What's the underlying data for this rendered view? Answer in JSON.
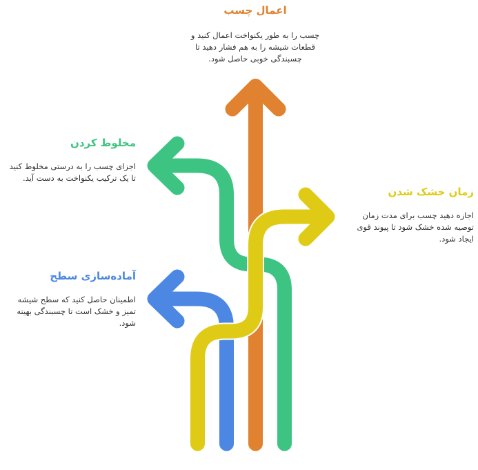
{
  "colors": {
    "apply": "#E0822F",
    "mix": "#3EC482",
    "dry": "#DFCB16",
    "prep": "#4C87E3",
    "text": "#333333"
  },
  "steps": {
    "apply": {
      "title": "اعمال چسب",
      "description": "چسب را به طور یکنواخت اعمال کنید و قطعات شیشه را به هم فشار دهید تا چسبندگی خوبی حاصل شود."
    },
    "mix": {
      "title": "مخلوط کردن",
      "description": "اجزای چسب را به درستی مخلوط کنید تا یک ترکیب یکنواخت به دست آید."
    },
    "dry": {
      "title": "زمان خشک شدن",
      "description": "اجازه دهید چسب برای مدت زمان توصیه شده خشک شود تا پیوند قوی ایجاد شود."
    },
    "prep": {
      "title": "آماده‌سازی سطح",
      "description": "اطمینان حاصل کنید که سطح شیشه تمیز و خشک است تا چسبندگی بهینه شود."
    }
  }
}
